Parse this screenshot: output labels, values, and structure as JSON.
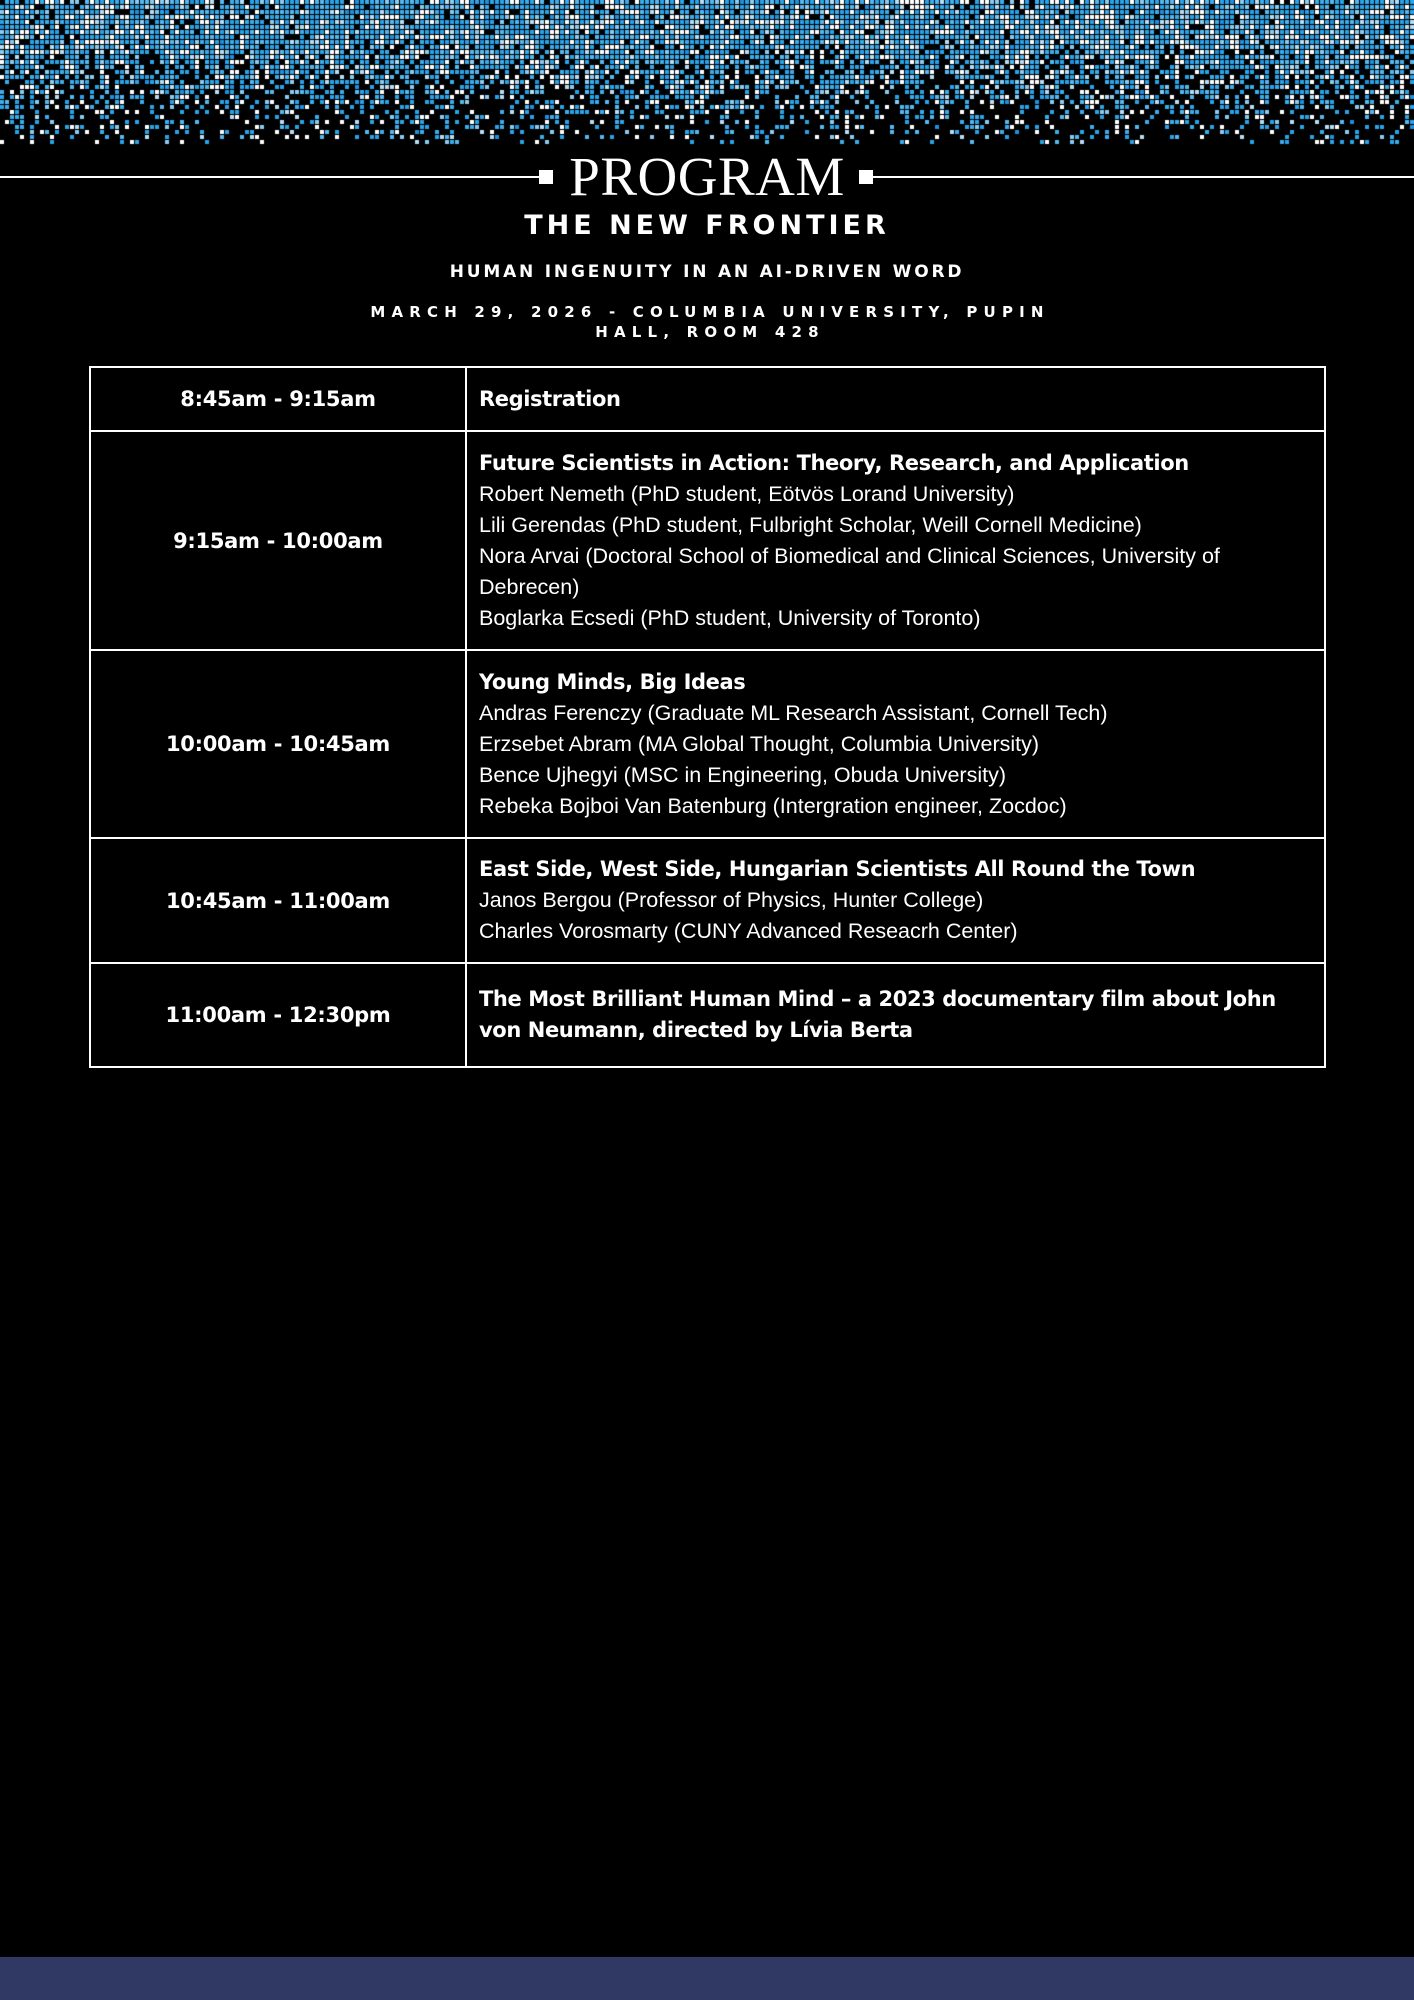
{
  "header": {
    "pattern_colors": [
      "#ffffff",
      "#2aa3e8",
      "#3bacec",
      "#55b8ef",
      "#8ccbf1",
      "#b8def5",
      "#1e90dd"
    ],
    "title": "PROGRAM",
    "subtitle": "THE NEW FRONTIER",
    "tagline": "HUMAN INGENUITY IN AN AI-DRIVEN WORD",
    "event_info": "MARCH 29, 2026 - COLUMBIA UNIVERSITY, PUPIN HALL, ROOM 428"
  },
  "schedule": [
    {
      "time": "8:45am - 9:15am",
      "title": "Registration",
      "speakers": []
    },
    {
      "time": "9:15am - 10:00am",
      "title": "Future Scientists in Action: Theory, Research, and Application",
      "speakers": [
        "Robert Nemeth (PhD student, Eötvös Lorand University)",
        "Lili Gerendas (PhD student, Fulbright Scholar, Weill Cornell Medicine)",
        "Nora Arvai (Doctoral School of Biomedical and Clinical Sciences, University of Debrecen)",
        "Boglarka Ecsedi (PhD student, University of Toronto)"
      ]
    },
    {
      "time": "10:00am - 10:45am",
      "title": "Young Minds, Big Ideas",
      "speakers": [
        "Andras Ferenczy (Graduate ML Research Assistant, Cornell Tech)",
        "Erzsebet Abram (MA Global Thought, Columbia University)",
        "Bence Ujhegyi (MSC in Engineering, Obuda University)",
        "Rebeka Bojboi Van Batenburg (Intergration engineer, Zocdoc)"
      ]
    },
    {
      "time": "10:45am - 11:00am",
      "title": "East Side, West Side, Hungarian Scientists All Round the Town",
      "speakers": [
        "Janos Bergou (Professor of Physics, Hunter College)",
        "Charles Vorosmarty (CUNY Advanced Reseacrh Center)"
      ]
    },
    {
      "time": "11:00am - 12:30pm",
      "title": "The Most Brilliant Human Mind – a 2023 documentary film about John von Neumann, directed by Lívia Berta",
      "speakers": []
    }
  ],
  "footer": {
    "band_color": "#303963"
  }
}
